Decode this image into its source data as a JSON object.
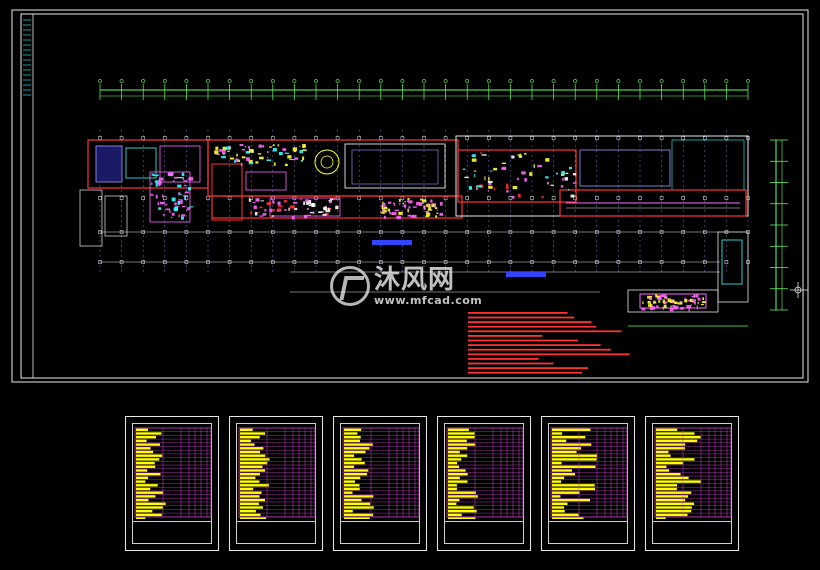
{
  "watermark": {
    "brand_cn": "沐风网",
    "url": "www.mfcad.com"
  },
  "colors": {
    "background": "#000000",
    "frame": "#e8e8e8",
    "grid_axis": "#66ff66",
    "wall": "#ff3333",
    "equipment": "#ff66ff",
    "column": "#9999ff",
    "annotation": "#ffff33",
    "cyan": "#33ffff",
    "table_line": "#cc44cc",
    "table_fill": "#ffff00"
  },
  "sheets": [
    {
      "id": "schedule-1"
    },
    {
      "id": "schedule-2"
    },
    {
      "id": "schedule-3"
    },
    {
      "id": "schedule-4"
    },
    {
      "id": "schedule-5"
    },
    {
      "id": "schedule-6"
    }
  ]
}
